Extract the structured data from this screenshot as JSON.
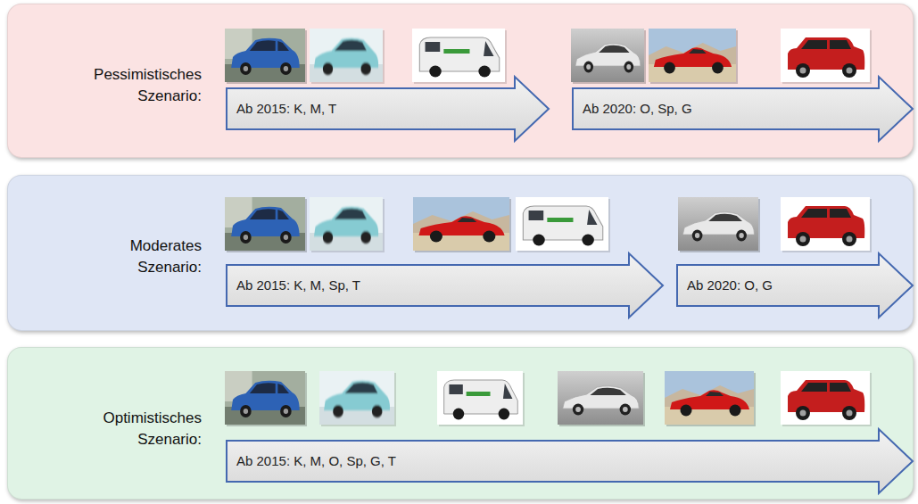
{
  "diagram": {
    "nodes": [
      {
        "text": [
          "Pessimistisches Szenario:"
        ]
      },
      {
        "text": [
          "Ab 2015: K, M, T"
        ],
        "in": 0
      },
      {
        "text": [
          "Ab 2020: O, Sp, G"
        ],
        "in": 0
      },
      {
        "text": [
          "Moderates Szenario:"
        ]
      },
      {
        "text": [
          "Ab 2015: K, M, Sp, T"
        ],
        "in": 3
      },
      {
        "text": [
          "Ab 2020: O, G"
        ],
        "in": 3
      },
      {
        "text": [
          "Optimistisches Szenario:"
        ]
      },
      {
        "text": [
          "Ab 2015: K, M, O, Sp, G, T"
        ],
        "in": 6
      }
    ]
  }
}
